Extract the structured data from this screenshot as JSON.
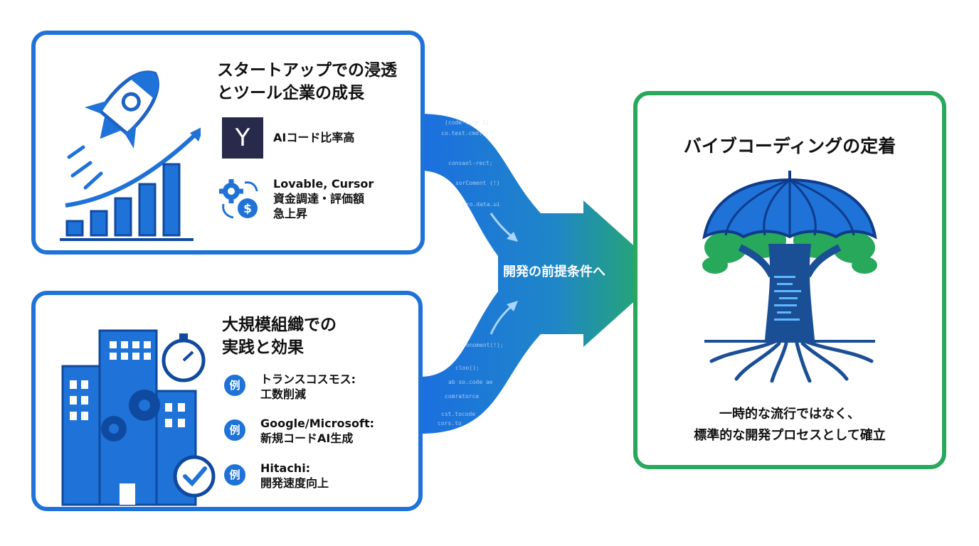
{
  "startup": {
    "title_line1": "スタートアップでの浸透",
    "title_line2": "とツール企業の成長",
    "yc_logo": "Y",
    "yc_label": "AIコード比率高",
    "tools_line1": "Lovable, Cursor",
    "tools_line2": "資金調達・評価額",
    "tools_line3": "急上昇",
    "icons": [
      "rocket-icon",
      "growth-chart-icon",
      "gear-dollar-icon"
    ]
  },
  "enterprise": {
    "title_line1": "大規模組織での",
    "title_line2": "実践と効果",
    "badge_label": "例",
    "examples": [
      {
        "line1": "トランスコスモス:",
        "line2": "工数削減"
      },
      {
        "line1": "Google/Microsoft:",
        "line2": "新規コードAI生成"
      },
      {
        "line1": "Hitachi:",
        "line2": "開発速度向上"
      }
    ],
    "icons": [
      "building-icon",
      "stopwatch-icon",
      "gears-icon",
      "checkmark-icon"
    ]
  },
  "flow": {
    "label": "開発の前提条件へ",
    "colors": {
      "blue": "#1e72d8",
      "green": "#27a85a"
    }
  },
  "result": {
    "title": "バイブコーディングの定着",
    "subtitle_line1": "一時的な流行ではなく、",
    "subtitle_line2": "標準的な開発プロセスとして確立",
    "icon": "umbrella-tree-icon"
  }
}
